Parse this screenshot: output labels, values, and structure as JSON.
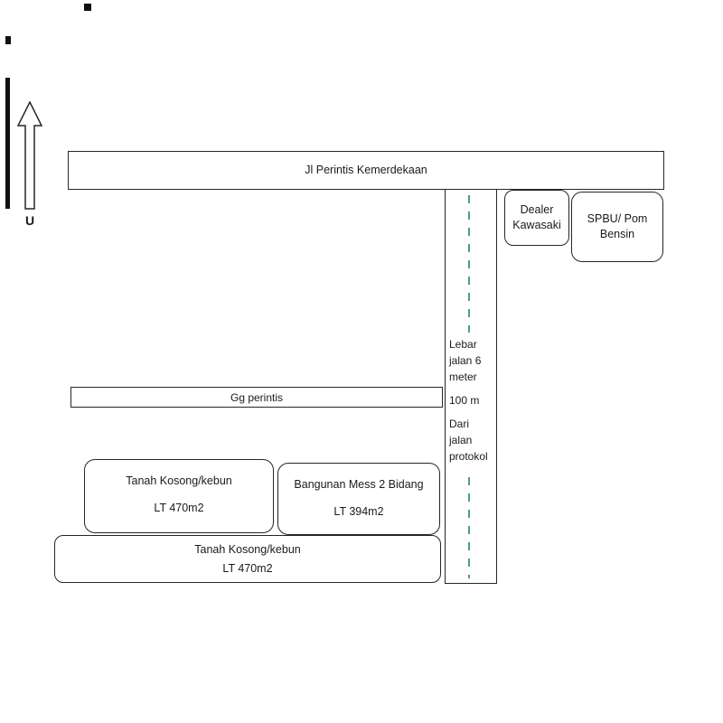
{
  "compass": {
    "label": "U"
  },
  "roads": {
    "main": {
      "label": "Jl Perintis Kemerdekaan"
    },
    "alley": {
      "label": "Gg perintis"
    },
    "vertical": {
      "width_note": "Lebar jalan 6 meter",
      "distance": "100 m",
      "origin_note": "Dari jalan protokol"
    }
  },
  "landmarks": {
    "dealer": {
      "label": "Dealer Kawasaki"
    },
    "spbu": {
      "label": "SPBU/ Pom Bensin"
    }
  },
  "parcels": {
    "left": {
      "name": "Tanah Kosong/kebun",
      "area": "LT  470m2"
    },
    "mess": {
      "name": "Bangunan Mess 2 Bidang",
      "area": "LT 394m2"
    },
    "bottom": {
      "name": "Tanah Kosong/kebun",
      "area": "LT 470m2"
    }
  },
  "colors": {
    "stroke": "#262626",
    "center_line_dash": "#4aa083",
    "background": "#ffffff"
  }
}
